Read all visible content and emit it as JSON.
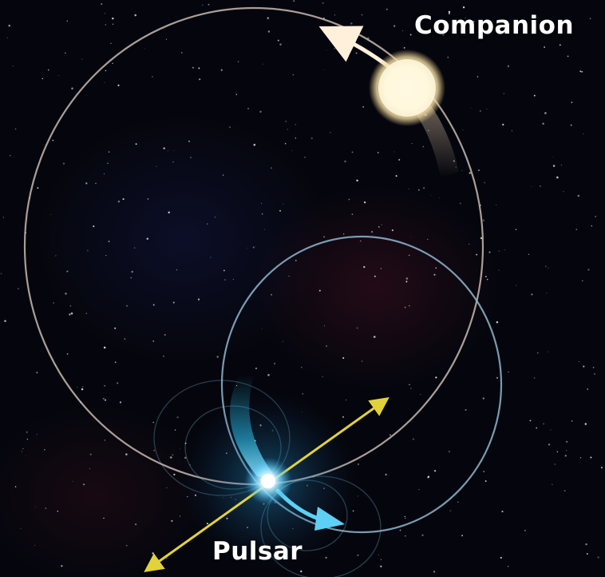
{
  "labels": {
    "companion": "Companion",
    "pulsar": "Pulsar"
  },
  "colors": {
    "background": "#05060d",
    "companion_orbit": "#c9b9b0",
    "pulsar_orbit": "#8fb6cf",
    "companion_star": "#fff6d2",
    "pulsar_glow": "#39c6f2",
    "spin_axis": "#e2d23a",
    "arrow_companion": "#fff0dc",
    "arrow_pulsar": "#5ed0f5"
  },
  "icons": {
    "companion_star": "glowing-star",
    "pulsar": "neutron-star",
    "axis": "double-headed-arrow"
  }
}
